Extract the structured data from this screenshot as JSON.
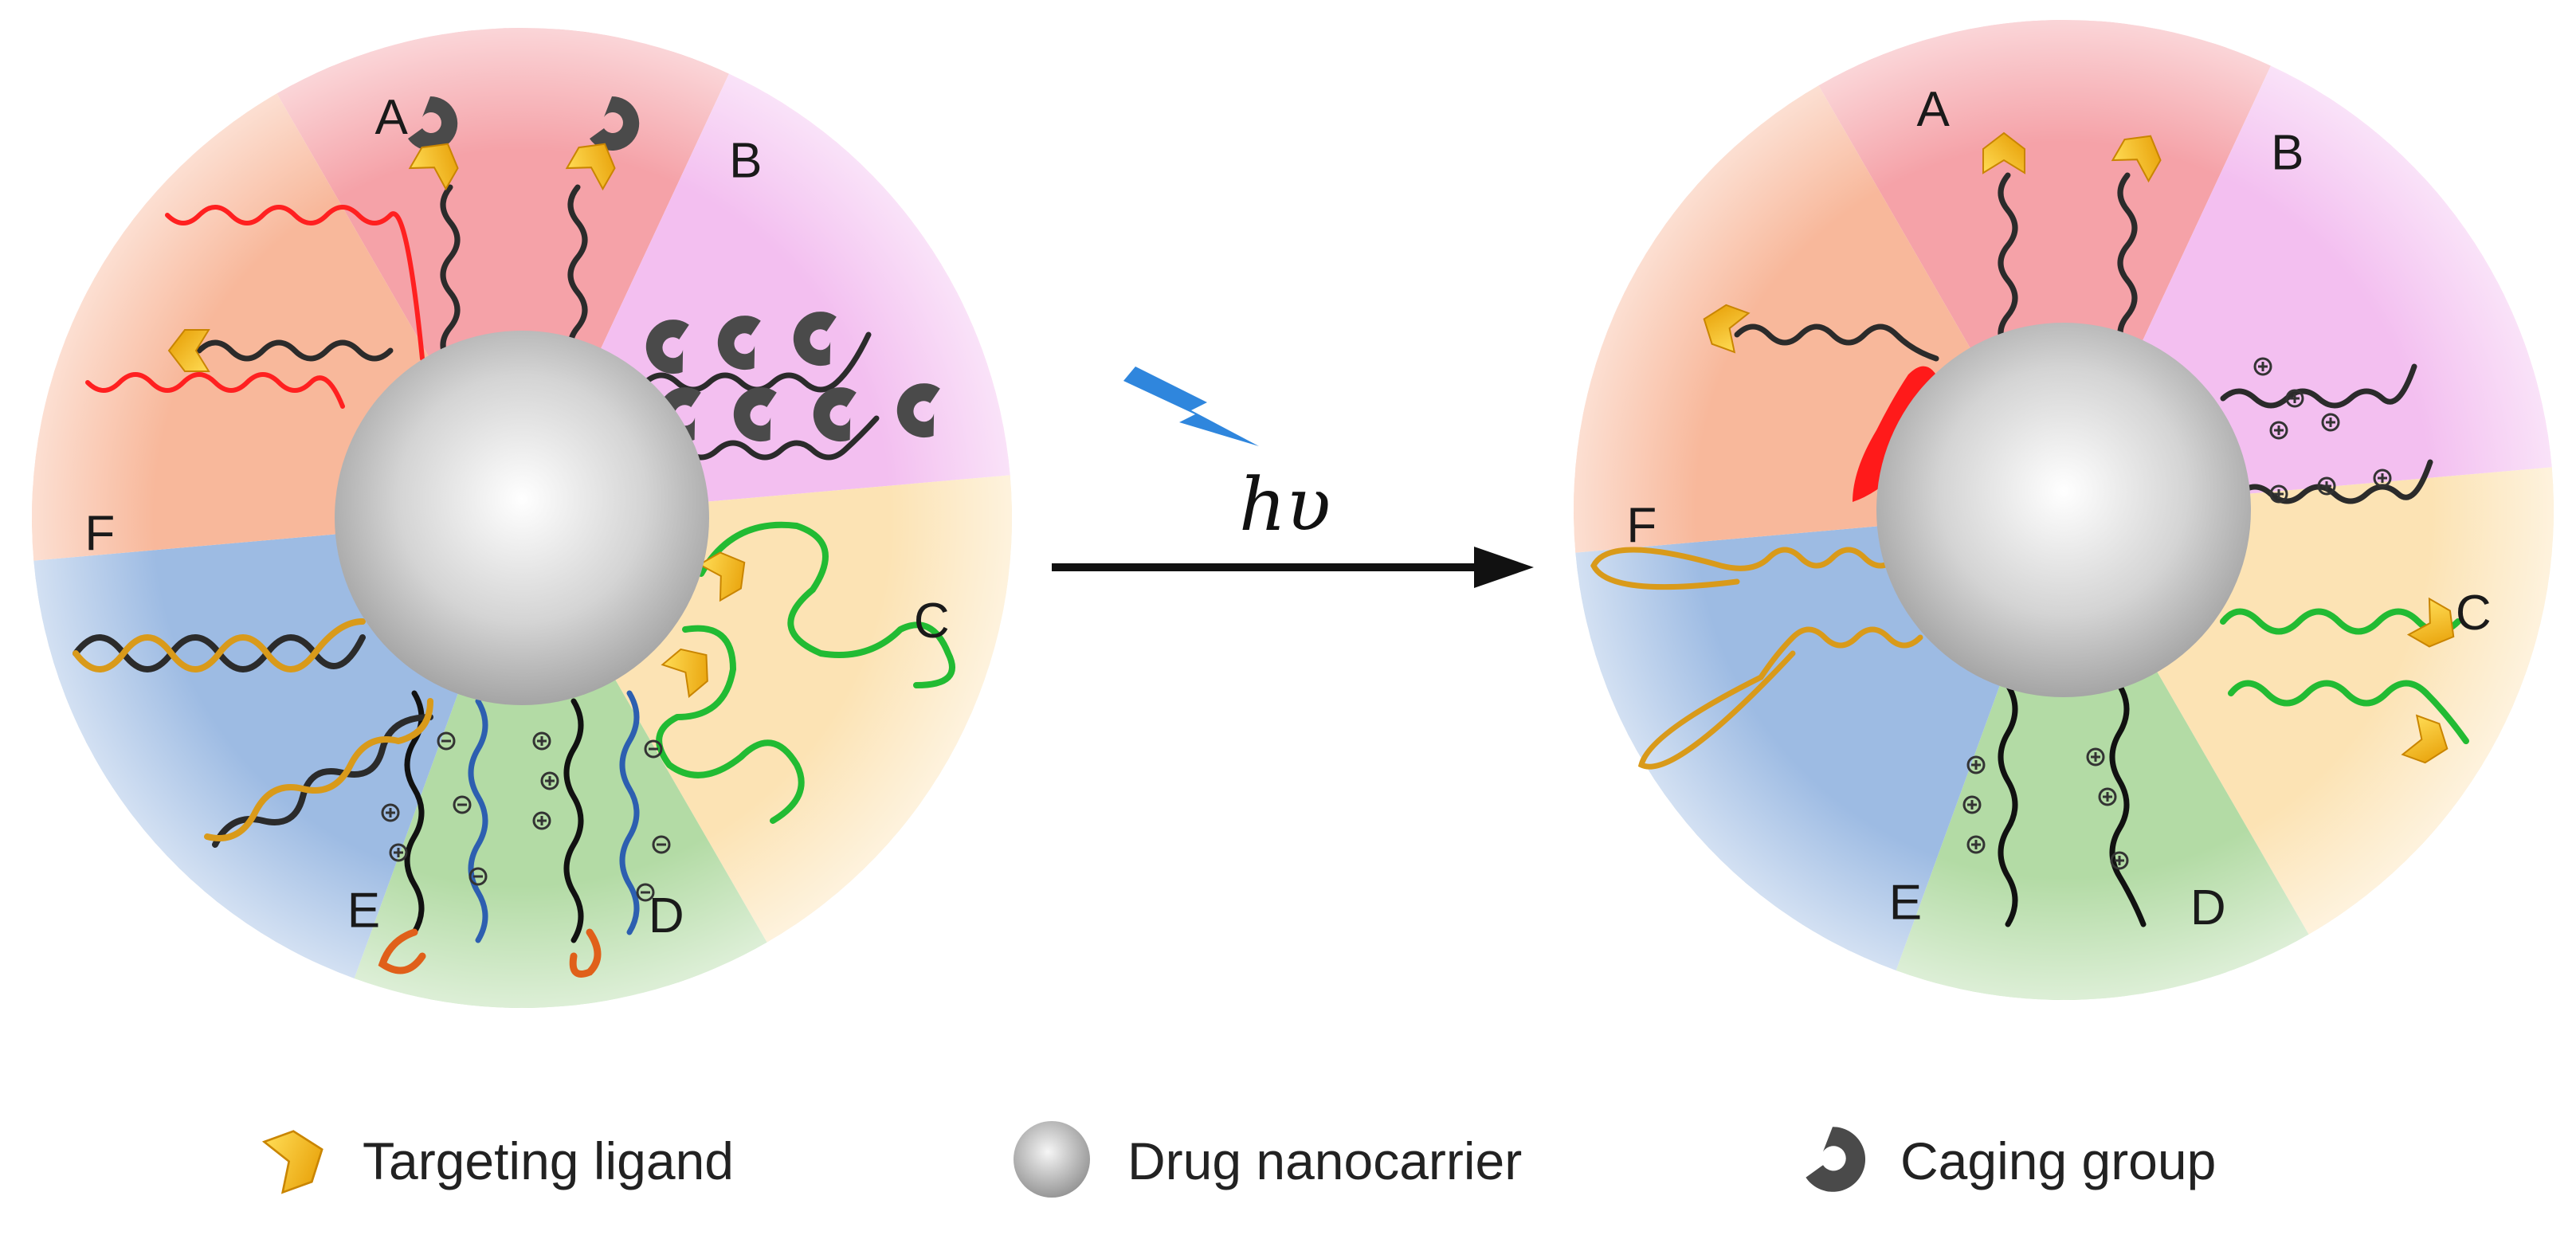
{
  "segment_labels": [
    "A",
    "B",
    "C",
    "D",
    "E",
    "F"
  ],
  "segment_colors": {
    "A": "#f5a2a8",
    "B": "#f3bff0",
    "C": "#fce3b4",
    "D": "#b3dba5",
    "E": "#9dbbe3",
    "F": "#f8b89b"
  },
  "arrow": {
    "label": "hυ"
  },
  "legend": {
    "ligand": "Targeting ligand",
    "nanocarrier": "Drug nanocarrier",
    "caging": "Caging group"
  }
}
